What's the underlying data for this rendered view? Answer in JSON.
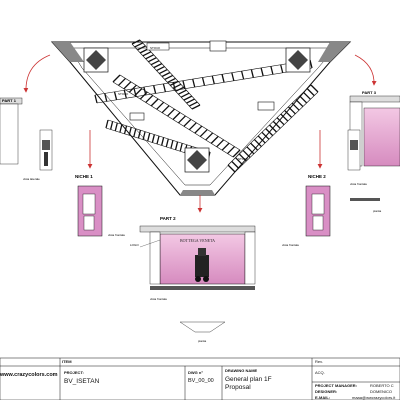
{
  "labels": {
    "part1": "PART 1",
    "part2": "PART 2",
    "part3": "PART 3",
    "niche1": "NICHE 1",
    "niche2": "NICHE 2",
    "bv_sign": "BOTTEGA VENETA",
    "logo": "LOGO",
    "stock": "STOCK",
    "front_view": "vista frontale\nfront view",
    "top_view": "pianta\ntop view",
    "lateral_view": "vista laterale\nlateral view"
  },
  "title_block": {
    "company": "www.crazycolors.com",
    "item_label": "ITEM",
    "project_label": "PROJECT:",
    "project_value": "BV_ISETAN",
    "dwg_label": "DWG n°",
    "dwg_value": "BV_00_00",
    "drawing_name_label": "DRAWING NAME",
    "drawing_name_value": "General plan 1F",
    "drawing_name_sub": "Proposal",
    "rev_label": "Rev.",
    "acq_label": "ACQ.",
    "pm_label": "PROJECT MANAGER:",
    "designer_label": "DESIGNER:",
    "email_label": "E-MAIL:",
    "pm_value": "ROBERTO C",
    "designer_value": "DOMENICO",
    "email_value": "maaa@wwcrazycolors.it"
  },
  "colors": {
    "pink": "#e8a9d0",
    "pink_dark": "#d47fb7",
    "arrow": "#cc3333",
    "line": "#111111"
  }
}
